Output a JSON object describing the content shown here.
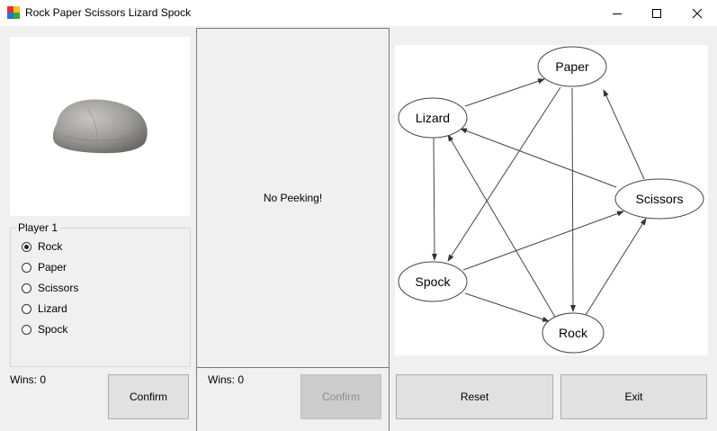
{
  "window": {
    "title": "Rock Paper Scissors Lizard Spock",
    "minimize_icon": "minimize-icon",
    "maximize_icon": "maximize-icon",
    "close_icon": "close-icon"
  },
  "player1": {
    "image_icon": "rock-image",
    "group_label": "Player 1",
    "options": [
      {
        "label": "Rock",
        "selected": true
      },
      {
        "label": "Paper",
        "selected": false
      },
      {
        "label": "Scissors",
        "selected": false
      },
      {
        "label": "Lizard",
        "selected": false
      },
      {
        "label": "Spock",
        "selected": false
      }
    ],
    "wins_label": "Wins: 0",
    "confirm_label": "Confirm"
  },
  "player2": {
    "hidden_text": "No Peeking!",
    "wins_label": "Wins: 0",
    "confirm_label": "Confirm",
    "confirm_enabled": false
  },
  "diagram": {
    "nodes": [
      "Paper",
      "Lizard",
      "Scissors",
      "Spock",
      "Rock"
    ]
  },
  "controls": {
    "reset_label": "Reset",
    "exit_label": "Exit"
  }
}
